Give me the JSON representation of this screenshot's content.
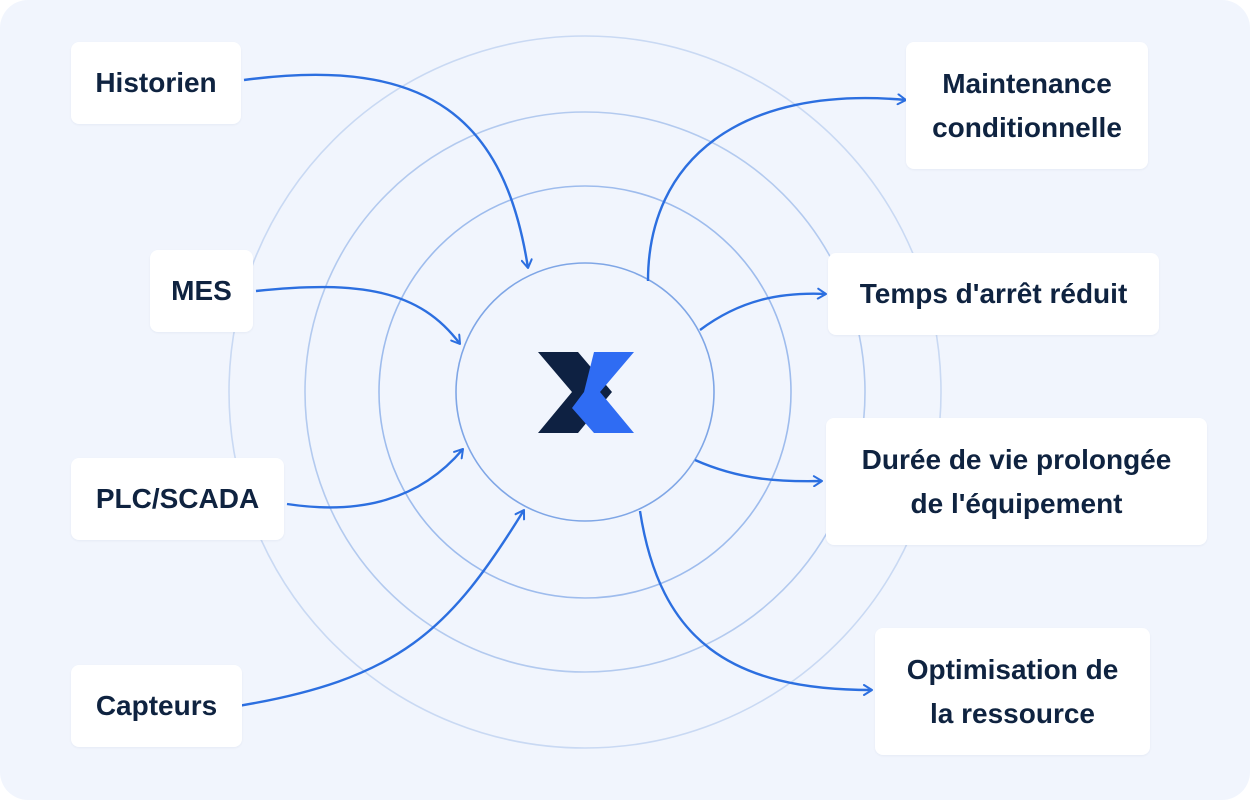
{
  "colors": {
    "background": "#f1f5fd",
    "card": "#ffffff",
    "text": "#0f2340",
    "arrow": "#2c6fe0",
    "ring": "#8fb2e8",
    "logo_dark": "#0e2142",
    "logo_blue": "#2f6cf3"
  },
  "center": {
    "logo": "x-logo-icon"
  },
  "inputs": [
    {
      "lines": [
        "Historien"
      ]
    },
    {
      "lines": [
        "MES"
      ]
    },
    {
      "lines": [
        "PLC/SCADA"
      ]
    },
    {
      "lines": [
        "Capteurs"
      ]
    }
  ],
  "outputs": [
    {
      "lines": [
        "Maintenance",
        "conditionnelle"
      ]
    },
    {
      "lines": [
        "Temps d'arrêt réduit"
      ]
    },
    {
      "lines": [
        "Durée de vie prolongée",
        "de l'équipement"
      ]
    },
    {
      "lines": [
        "Optimisation de",
        "la ressource"
      ]
    }
  ]
}
